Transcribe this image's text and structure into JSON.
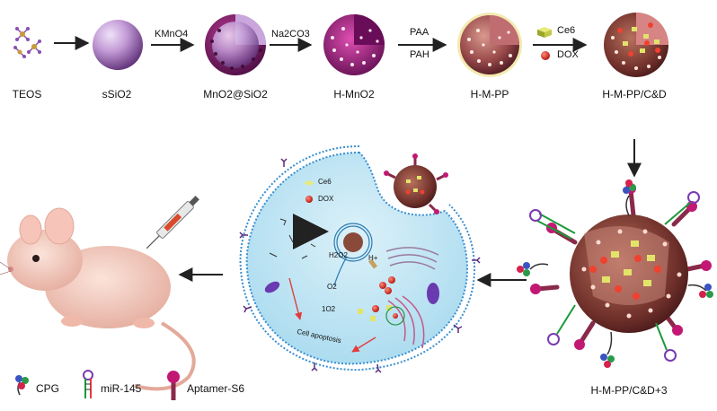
{
  "labels": {
    "teos": "TEOS",
    "ssio2": "sSiO2",
    "mno2_sio2": "MnO2@SiO2",
    "h_mno2": "H-MnO2",
    "h_m_pp": "H-M-PP",
    "h_m_pp_cd": "H-M-PP/C&D",
    "h_m_pp_cd3": "H-M-PP/C&D+3"
  },
  "reagents": {
    "kmno4": "KMnO4",
    "na2co3": "Na2CO3",
    "paa": "PAA",
    "pah": "PAH",
    "ce6": "Ce6",
    "dox": "DOX"
  },
  "cell": {
    "ce6": "Ce6",
    "dox": "DOX",
    "h2o2": "H2O2",
    "h_plus": "H+",
    "o2": "O2",
    "singlet_o2": "1O2",
    "cell_apoptosis": "Cell apoptosis"
  },
  "legend": {
    "cpg": "CPG",
    "mir145": "miR-145",
    "aptamer": "Aptamer-S6"
  },
  "colors": {
    "silica": "#b98fd0",
    "mno2_shell": "#8a2f7a",
    "hollow": "#c1208d",
    "pp_shell": "#8b4a3a",
    "cell_bg": "#bfe6f4",
    "cell_border": "#3a8fd1",
    "arrow": "#222222"
  }
}
